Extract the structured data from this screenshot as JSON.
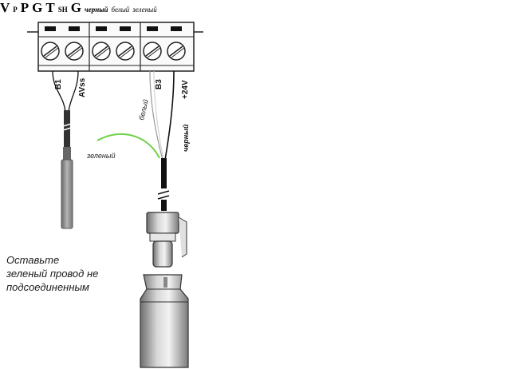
{
  "left_terminal": {
    "labels": [
      "B1",
      "AVss",
      "B3",
      "+24V"
    ]
  },
  "left_wires": {
    "white": "белый",
    "black": "черный",
    "green": "зеленый"
  },
  "note_lines": [
    "Оставьте",
    "зеленый провод не",
    "подсоединенным"
  ],
  "right_terminal_a": {
    "vp_main": "V",
    "vp_sub": "P",
    "p": "P",
    "g": "G"
  },
  "right_terminal_b": {
    "tsh_main": "T",
    "tsh_sub": "SH",
    "g": "G"
  },
  "right_wires": {
    "black": "черный",
    "white": "белый",
    "green": "зеленый"
  },
  "colors": {
    "green_wire": "#6fd14a",
    "black_wire": "#111111",
    "gray_wire": "#9a9a9a",
    "probe_gray": "#8c8c8c"
  }
}
